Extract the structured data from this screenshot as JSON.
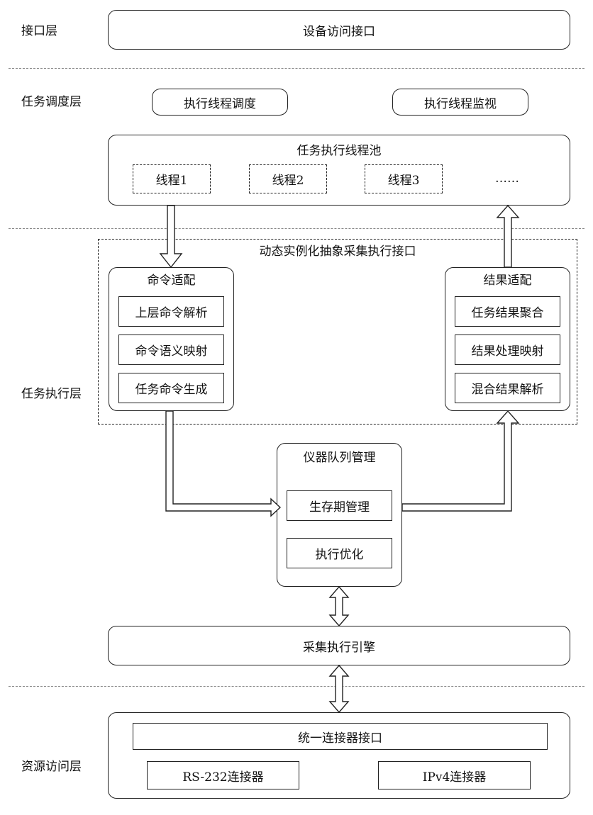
{
  "layers": {
    "interface": "接口层",
    "scheduling": "任务调度层",
    "execution": "任务执行层",
    "resource": "资源访问层"
  },
  "device_access_interface": "设备访问接口",
  "scheduling": {
    "thread_dispatch": "执行线程调度",
    "thread_monitor": "执行线程监视"
  },
  "thread_pool": {
    "title": "任务执行线程池",
    "threads": [
      "线程1",
      "线程2",
      "线程3"
    ],
    "ellipsis": "……"
  },
  "dynamic_interface": {
    "title": "动态实例化抽象采集执行接口",
    "command_adapt": {
      "title": "命令适配",
      "items": [
        "上层命令解析",
        "命令语义映射",
        "任务命令生成"
      ]
    },
    "result_adapt": {
      "title": "结果适配",
      "items": [
        "任务结果聚合",
        "结果处理映射",
        "混合结果解析"
      ]
    }
  },
  "instrument_queue": {
    "title": "仪器队列管理",
    "items": [
      "生存期管理",
      "执行优化"
    ]
  },
  "engine": "采集执行引擎",
  "resource": {
    "unified_connector": "统一连接器接口",
    "connectors": [
      "RS-232连接器",
      "IPv4连接器"
    ]
  }
}
